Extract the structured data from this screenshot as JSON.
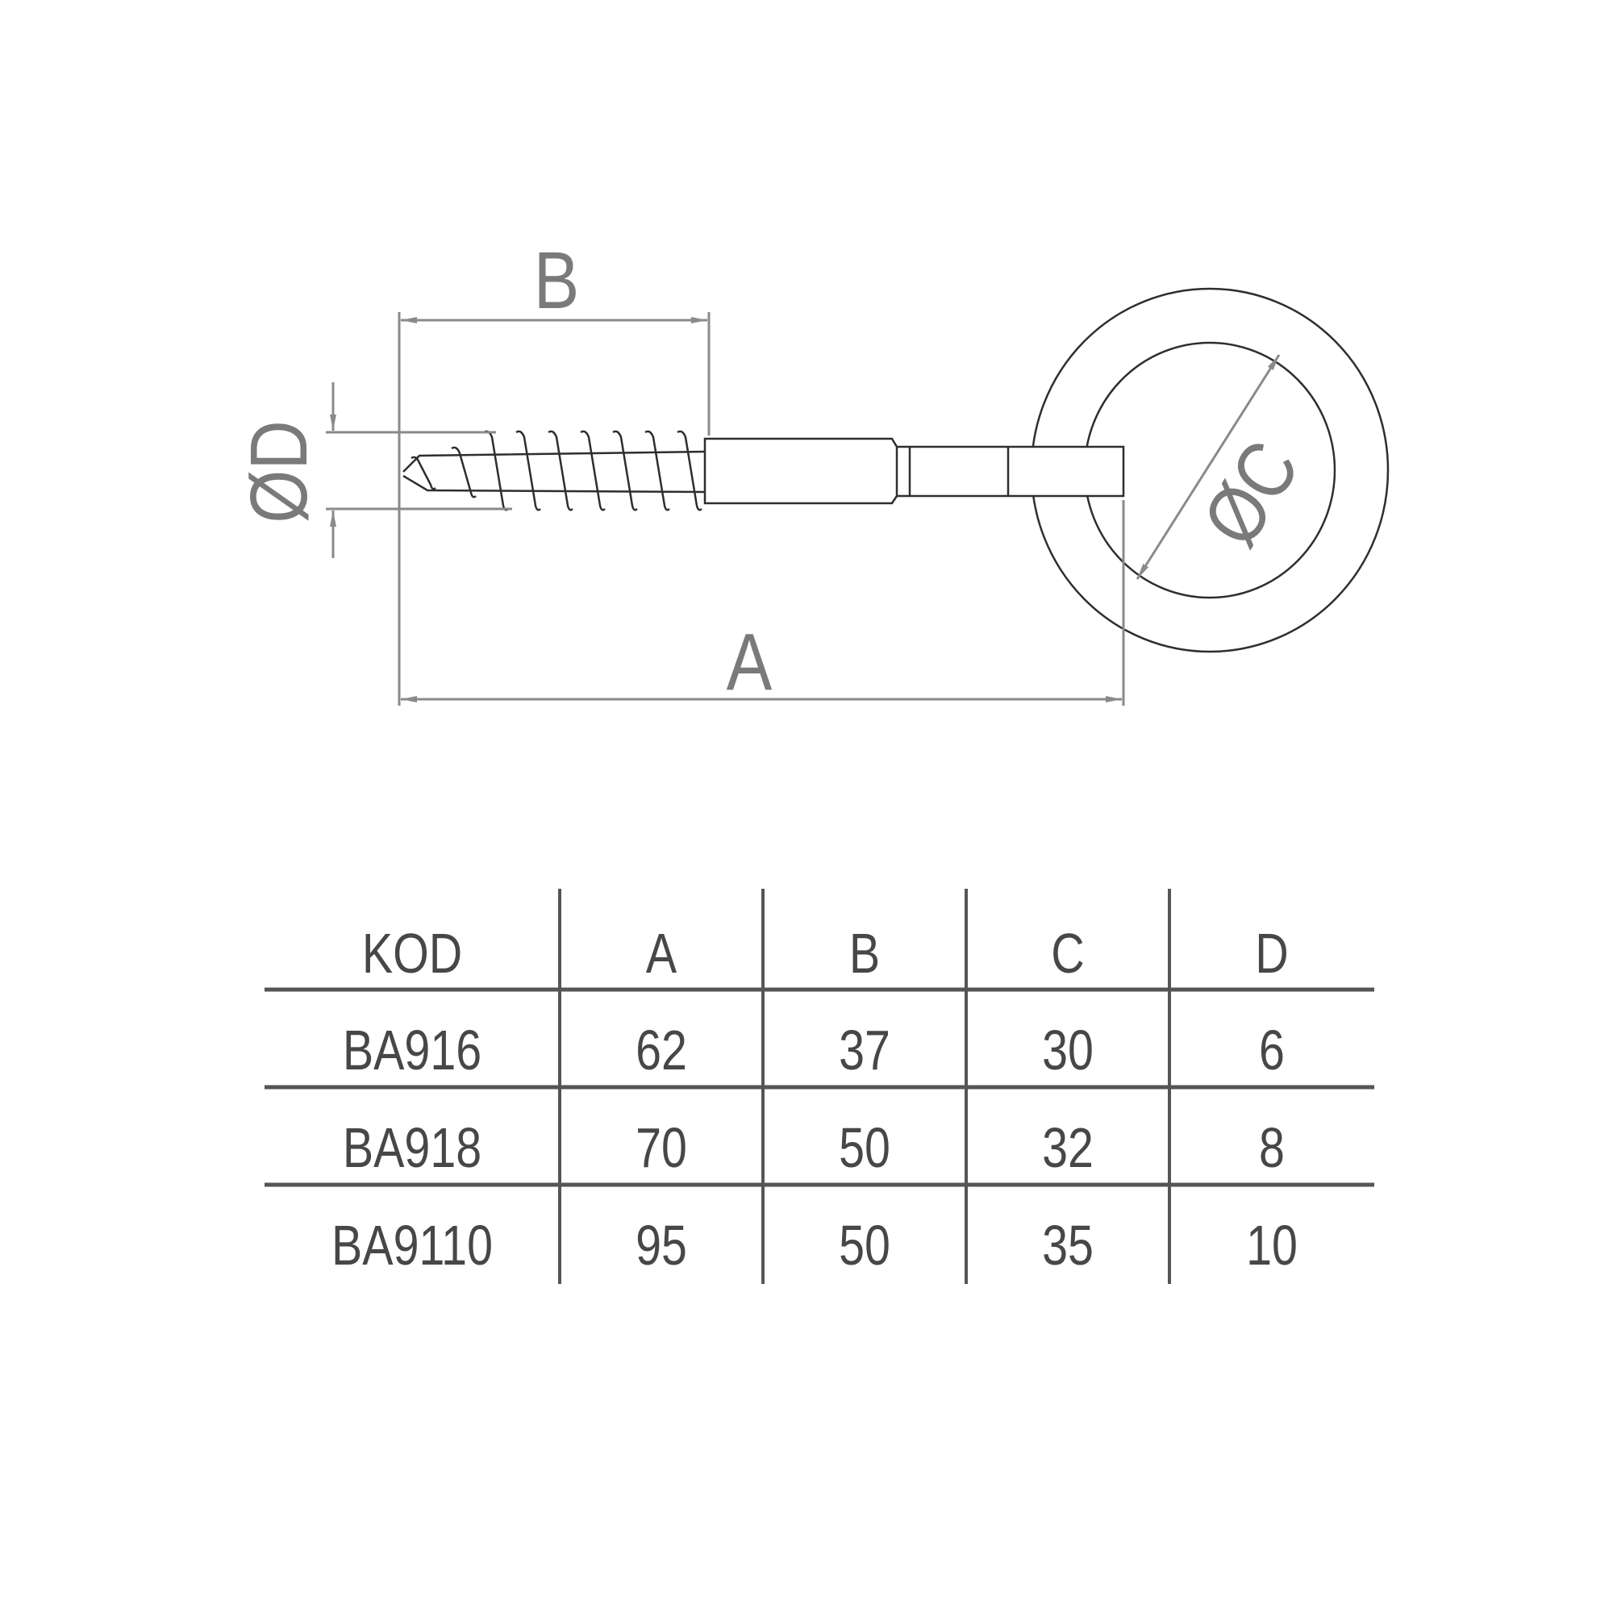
{
  "drawing": {
    "labels": {
      "A": "A",
      "B": "B",
      "C": "ØC",
      "D": "ØD"
    },
    "colors": {
      "outline": "#2e2e2e",
      "dimension": "#8a8a8a",
      "text": "#7a7a7a"
    }
  },
  "table": {
    "headers": [
      "KOD",
      "A",
      "B",
      "C",
      "D"
    ],
    "rows": [
      [
        "BA916",
        "62",
        "37",
        "30",
        "6"
      ],
      [
        "BA918",
        "70",
        "50",
        "32",
        "8"
      ],
      [
        "BA9110",
        "95",
        "50",
        "35",
        "10"
      ]
    ],
    "colors": {
      "lines": "#555555",
      "text": "#474747"
    }
  }
}
